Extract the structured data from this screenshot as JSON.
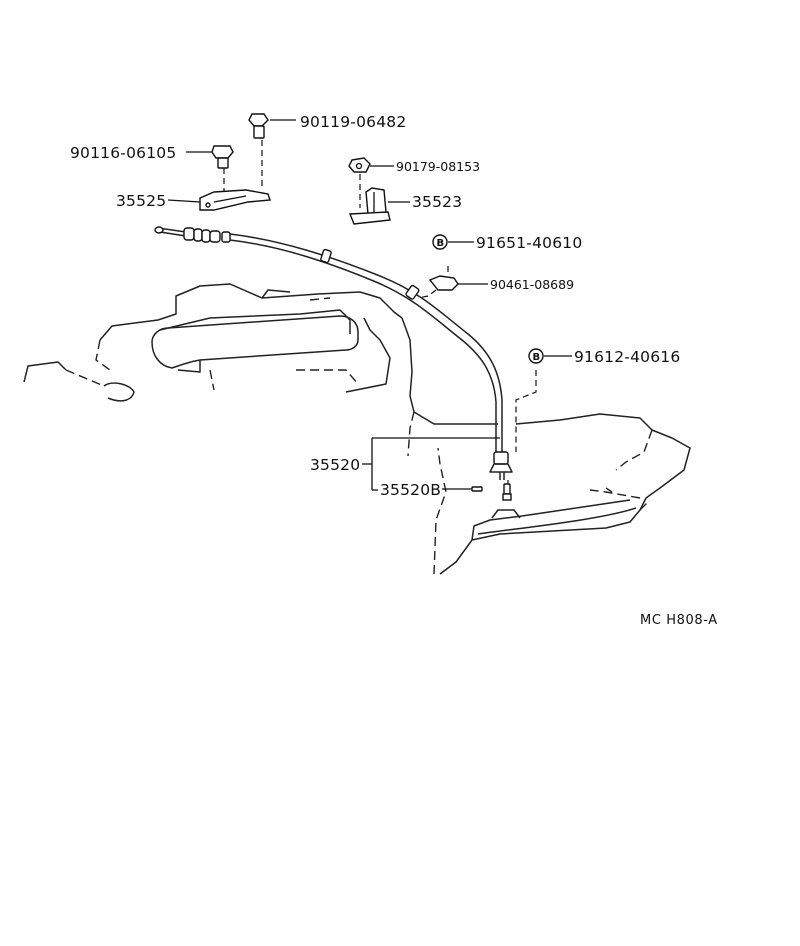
{
  "parts": {
    "p90119": "90119-06482",
    "p90116": "90116-06105",
    "p90179": "90179-08153",
    "p35525": "35525",
    "p35523": "35523",
    "p91651": "91651-40610",
    "p90461": "90461-08689",
    "p91612": "91612-40616",
    "p35520": "35520",
    "p35520b": "35520B"
  },
  "badge_letter": "B",
  "reference_code": "MC  H808-A"
}
